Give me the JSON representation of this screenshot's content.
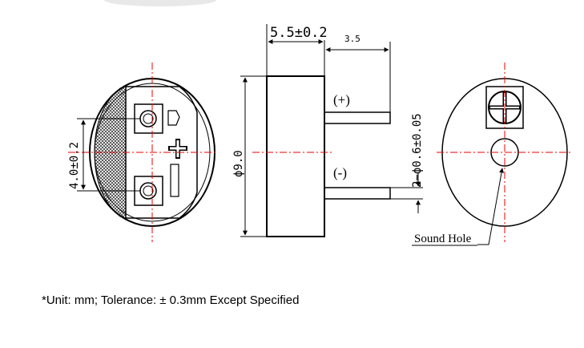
{
  "dims": {
    "height": "5.5±0.2",
    "lead_len": "3.5",
    "lead_spacing": "4.0±0.2",
    "diameter": "ϕ9.0",
    "lead_dia": "2−ϕ0.6±0.05"
  },
  "polarity": {
    "plus": "(+)",
    "minus": "(-)"
  },
  "labels": {
    "sound_hole": "Sound Hole"
  },
  "note": "*Unit: mm; Tolerance:  ± 0.3mm  Except Specified"
}
